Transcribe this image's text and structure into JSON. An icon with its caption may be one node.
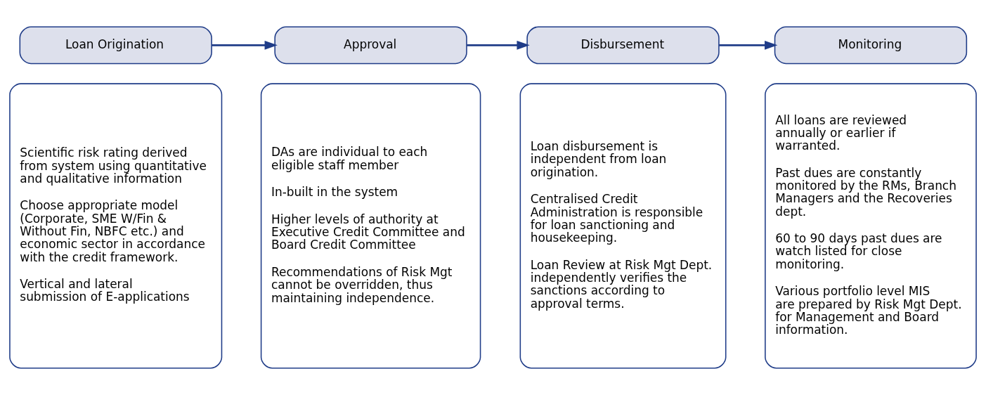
{
  "diagram": {
    "nodes": [
      {
        "text": [
          "Loan Origination"
        ]
      },
      {
        "text": [
          "Approval"
        ]
      },
      {
        "text": [
          "Disbursement"
        ]
      },
      {
        "text": [
          "Monitoring"
        ]
      },
      {
        "text": [
          "Scientific risk rating derived from system using quantitative and qualitative information",
          "Choose appropriate model (Corporate, SME W/Fin & Without Fin, NBFC etc.) and economic sector in accordance with the credit framework.",
          "Vertical and lateral submission of E-applications"
        ]
      },
      {
        "text": [
          "DAs are individual to each eligible staff member",
          "In-built in the system",
          "Higher levels of authority at Executive Credit Committee and Board Credit Committee",
          "Recommendations of Risk Mgt cannot be overridden, thus maintaining independence."
        ]
      },
      {
        "text": [
          "Loan disbursement is independent from loan origination.",
          "Centralised Credit Administration is responsible for loan sanctioning and housekeeping.",
          "Loan Review at Risk Mgt Dept. independently verifies the sanctions according to approval terms."
        ]
      },
      {
        "text": [
          "All loans are reviewed annually or earlier if warranted.",
          "Past dues are constantly monitored by the RMs, Branch Managers and the Recoveries dept.",
          "60 to 90 days past dues are watch listed for close monitoring.",
          "Various portfolio level MIS are prepared by Risk Mgt Dept. for Management and Board information."
        ]
      }
    ],
    "edges": [
      {
        "from": 0,
        "to": 1,
        "arrow": "to"
      },
      {
        "from": 1,
        "to": 2,
        "arrow": "to"
      },
      {
        "from": 2,
        "to": 3,
        "arrow": "to"
      }
    ]
  }
}
